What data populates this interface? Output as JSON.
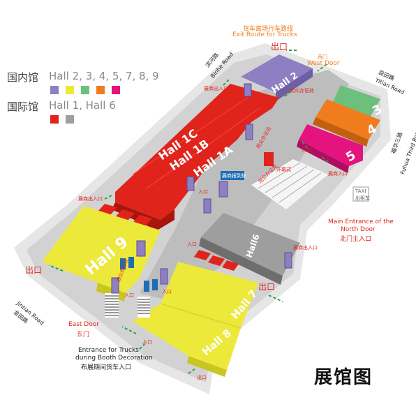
{
  "map_title": "展馆图",
  "legend": {
    "domestic": {
      "cn": "国内馆",
      "halls": "Hall 2, 3, 4, 5, 7, 8, 9",
      "swatches": [
        "#8e7fc2",
        "#ece93a",
        "#6cc07b",
        "#f07c1e",
        "#e5137d"
      ]
    },
    "international": {
      "cn": "国际馆",
      "halls": "Hall 1, Hall 6",
      "swatches": [
        "#e0241b",
        "#9e9e9e"
      ]
    }
  },
  "halls": {
    "hall2": "Hall 2",
    "hall3": "3",
    "hall4": "4",
    "hall5": "5",
    "hall1c": "Hall 1C",
    "hall1b": "Hall 1B",
    "hall1a": "Hall 1A",
    "hall9": "Hall 9",
    "hall6": "Hall6",
    "hall7": "Hall 7",
    "hall8": "Hall 8"
  },
  "roads": {
    "binhe_cn": "滨河路",
    "binhe_en": "Binhe Road",
    "yitian_cn": "益田路",
    "yitian_en": "Yitian Road",
    "fuhua_cn": "福华三路",
    "fuhua_en": "Fuhua Third Road",
    "jintian_cn": "金田路",
    "jintian_en": "Jintian Road"
  },
  "labels": {
    "exit_route_cn": "货车离场行车路线",
    "exit_route_en": "Exit Route for Trucks",
    "exit": "出口",
    "west_door_cn": "西门",
    "west_door_en": "West Door",
    "exhibitor_entrance": "展商出入口",
    "visitor_reg": "观众办证处",
    "entrance": "入口",
    "exhibitor_entrance_short": "展商入口",
    "opening_ceremony": "开幕式",
    "blue_sign": "展商报到处",
    "taxi": "TAXI",
    "taxi_cn": "出租车",
    "north_door_en_1": "Main Entrance of the",
    "north_door_en_2": "North Door",
    "north_door_cn": "北门主入口",
    "east_door_en": "East Door",
    "east_door_cn": "东门",
    "truck_entrance_en_1": "Entrance for Trucks",
    "truck_entrance_en_2": "during Booth Decoration",
    "truck_entrance_cn": "布展期间货车入口"
  }
}
